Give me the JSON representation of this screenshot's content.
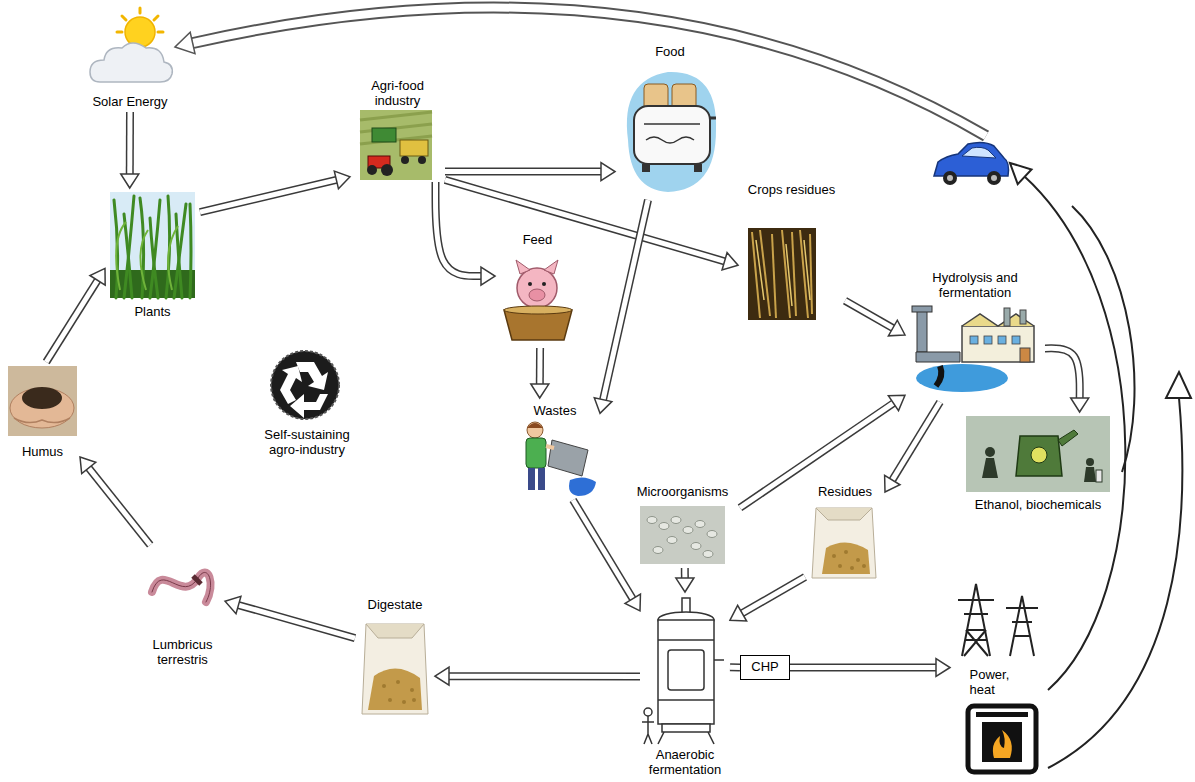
{
  "diagram": {
    "nodes": [
      {
        "text": [
          "Solar Energy"
        ]
      },
      {
        "text": [
          "Agri-food industry"
        ]
      },
      {
        "text": [
          "Food"
        ]
      },
      {
        "text": [
          "Plants"
        ]
      },
      {
        "text": [
          "Crops residues"
        ]
      },
      {
        "text": [
          "Feed"
        ]
      },
      {
        "text": [
          "Hydrolysis and fermentation"
        ]
      },
      {
        "text": [
          "Humus"
        ]
      },
      {
        "text": [
          "Wastes"
        ]
      },
      {
        "text": [
          "Microorganisms"
        ]
      },
      {
        "text": [
          "Residues"
        ]
      },
      {
        "text": [
          "Ethanol, biochemicals"
        ]
      },
      {
        "text": [
          "Digestate"
        ]
      },
      {
        "text": [
          "Lumbricus terrestris"
        ]
      },
      {
        "text": [
          "CHP"
        ]
      },
      {
        "text": [
          "Power, heat"
        ]
      },
      {
        "text": [
          "Anaerobic fermentation"
        ]
      }
    ],
    "edges": [
      {
        "from": 0,
        "to": 3,
        "arrow": "to"
      },
      {
        "from": 3,
        "to": 1,
        "arrow": "to"
      },
      {
        "from": 1,
        "to": 2,
        "arrow": "to"
      },
      {
        "from": 1,
        "to": 5,
        "arrow": "to"
      },
      {
        "from": 1,
        "to": 4,
        "arrow": "to"
      },
      {
        "from": 2,
        "to": 8,
        "arrow": "to"
      },
      {
        "from": 5,
        "to": 8,
        "arrow": "to"
      },
      {
        "from": 4,
        "to": 6,
        "arrow": "to"
      },
      {
        "from": 6,
        "to": 11,
        "arrow": "to"
      },
      {
        "from": 6,
        "to": 10,
        "arrow": "to"
      },
      {
        "from": 9,
        "to": 6,
        "arrow": "to"
      },
      {
        "from": 9,
        "to": 16,
        "arrow": "to"
      },
      {
        "from": 8,
        "to": 16,
        "arrow": "to"
      },
      {
        "from": 10,
        "to": 16,
        "arrow": "to"
      },
      {
        "from": 16,
        "to": 12,
        "arrow": "to"
      },
      {
        "from": 12,
        "to": 13,
        "arrow": "to"
      },
      {
        "from": 13,
        "to": 7,
        "arrow": "to"
      },
      {
        "from": 7,
        "to": 3,
        "arrow": "to"
      },
      {
        "from": 16,
        "to": 14,
        "arrow": "none"
      },
      {
        "from": 14,
        "to": 15,
        "arrow": "to"
      }
    ],
    "labels": [
      "Self-sustaining agro-industry"
    ]
  }
}
